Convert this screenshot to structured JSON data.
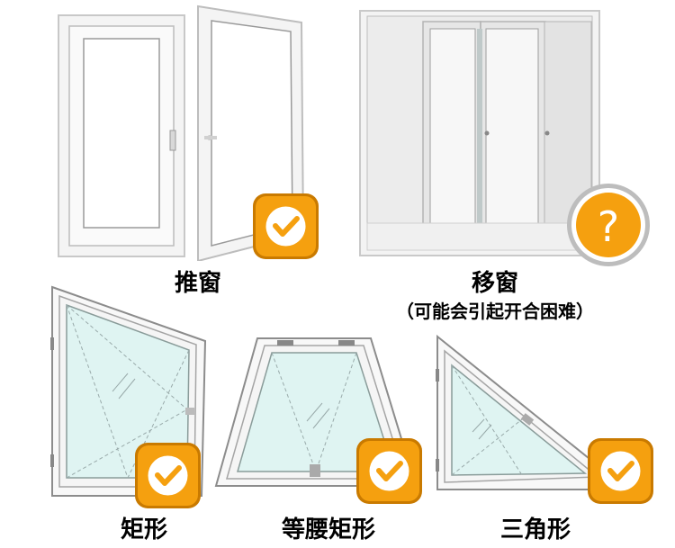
{
  "windows": [
    {
      "label": "推窗",
      "note": "",
      "status": "check"
    },
    {
      "label": "移窗",
      "note": "（可能会引起开合困难）",
      "status": "question"
    },
    {
      "label": "矩形",
      "note": "",
      "status": "check"
    },
    {
      "label": "等腰矩形",
      "note": "",
      "status": "check"
    },
    {
      "label": "三角形",
      "note": "",
      "status": "check"
    }
  ],
  "badge_question_symbol": "?",
  "colors": {
    "badge_orange": "#f5a00f",
    "badge_dark": "#c97a00",
    "glass": "#dff4f2",
    "frame": "#f7f7f7",
    "frame_line": "#9a9a9a"
  }
}
